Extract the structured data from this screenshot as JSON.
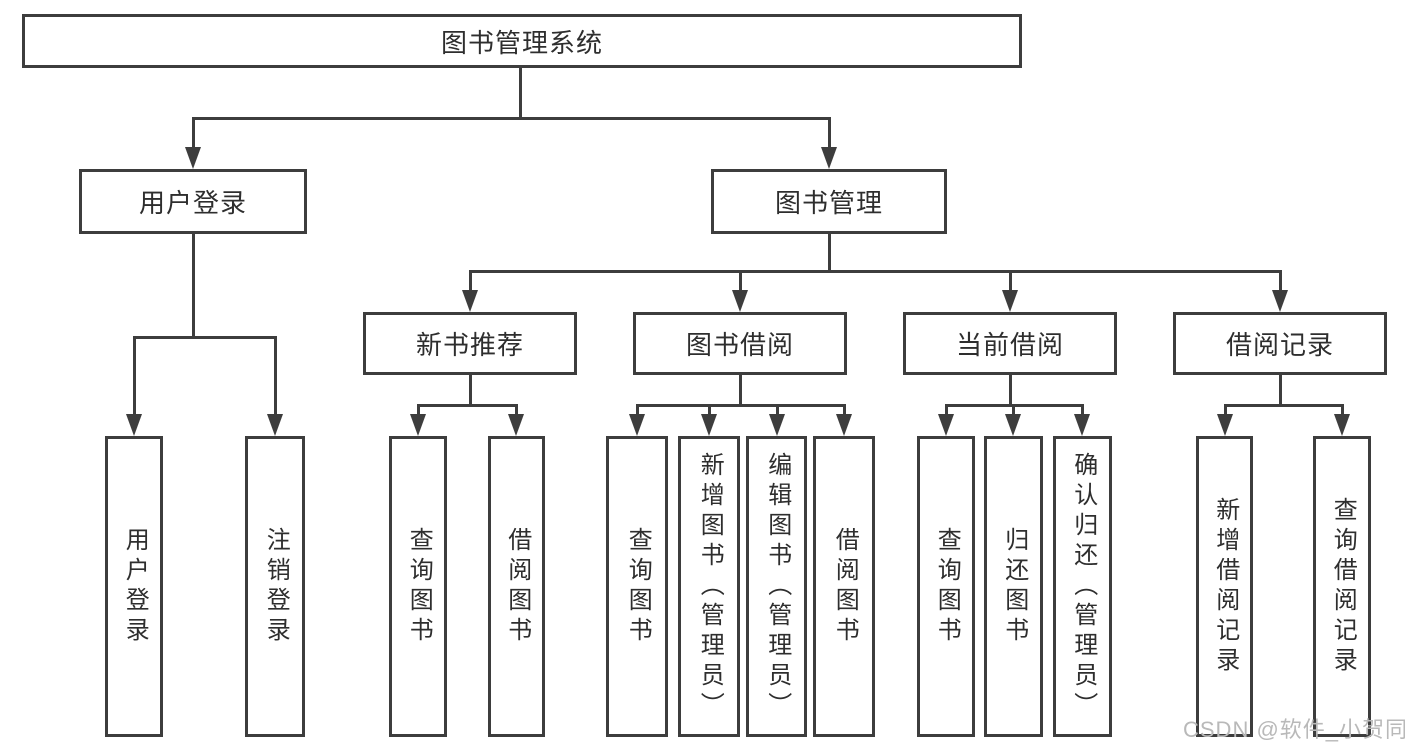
{
  "diagram": {
    "title_node": "图书管理系统",
    "nodes": {
      "root": "图书管理系统",
      "level2": [
        "用户登录",
        "图书管理"
      ],
      "level3": [
        "新书推荐",
        "图书借阅",
        "当前借阅",
        "借阅记录"
      ],
      "leaves_login": [
        "用户登录",
        "注销登录"
      ],
      "leaves_new_books": [
        "查询图书",
        "借阅图书"
      ],
      "leaves_book_borrow": [
        "查询图书",
        "新增图书（管理员）",
        "编辑图书（管理员）",
        "借阅图书"
      ],
      "leaves_current_borrow": [
        "查询图书",
        "归还图书",
        "确认归还（管理员）"
      ],
      "leaves_borrow_records": [
        "新增借阅记录",
        "查询借阅记录"
      ]
    },
    "watermark": "CSDN @软件_小贺同学",
    "colors": {
      "line": "#3d3d3d",
      "text": "#2e2e2e",
      "watermark": "#b9b9b9",
      "background": "#ffffff"
    }
  }
}
